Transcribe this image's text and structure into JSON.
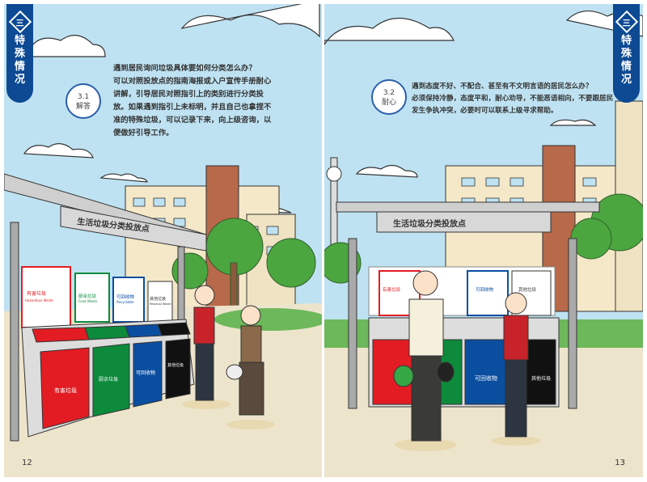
{
  "section_tab": {
    "icon_label": "三",
    "title": "特殊情况"
  },
  "left_page": {
    "badge": {
      "number": "3.1",
      "label": "解答"
    },
    "question": "遇到居民询问垃圾具体要如何分类怎么办？",
    "answer": "可以对照投放点的指南海报或入户宣传手册耐心讲解，引导居民对照指引上的类别进行分类投放。如果遇到指引上未标明，并且自己也拿捏不准的特殊垃圾，可以记录下来，向上级咨询，以便做好引导工作。",
    "station_sign": "生活垃圾分类投放点",
    "bins": [
      {
        "label": "有害垃圾",
        "en": "Hazardous Waste",
        "color": "#e31c23"
      },
      {
        "label": "厨余垃圾",
        "en": "Food Waste",
        "color": "#0d8a3c"
      },
      {
        "label": "可回收物",
        "en": "Recyclable",
        "color": "#0a4ea0"
      },
      {
        "label": "其他垃圾",
        "en": "Residual Waste",
        "color": "#111111"
      }
    ],
    "page_number": "12"
  },
  "right_page": {
    "badge": {
      "number": "3.2",
      "label": "耐心"
    },
    "question": "遇到态度不好、不配合、甚至有不文明言语的居民怎么办？",
    "answer": "必须保持冷静，态度平和，耐心劝导，不能恶语相向，不要跟居民发生争执冲突，必要时可以联系上级寻求帮助。",
    "station_sign": "生活垃圾分类投放点",
    "page_number": "13"
  }
}
